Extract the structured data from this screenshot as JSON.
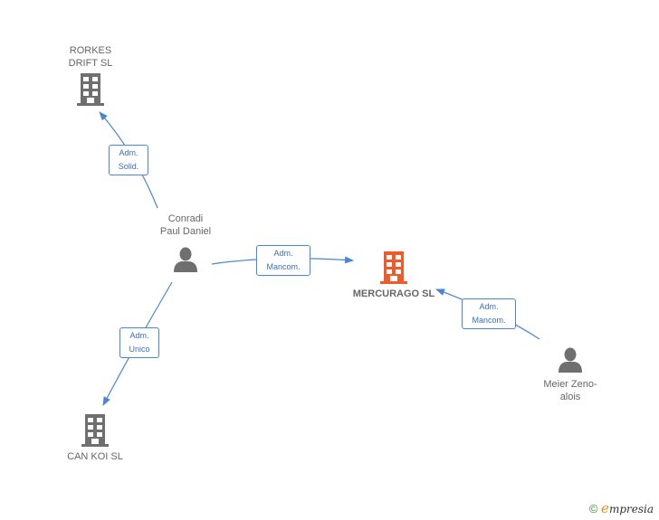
{
  "nodes": {
    "rorkes": {
      "line1": "RORKES",
      "line2": "DRIFT SL",
      "type": "company",
      "icon": "building-icon"
    },
    "conradi": {
      "line1": "Conradi",
      "line2": "Paul Daniel",
      "type": "person",
      "icon": "person-icon"
    },
    "mercurago": {
      "line1": "MERCURAGO SL",
      "type": "company-main",
      "icon": "building-icon"
    },
    "meier": {
      "line1": "Meier Zeno-",
      "line2": "alois",
      "type": "person",
      "icon": "person-icon"
    },
    "cankoi": {
      "line1": "CAN KOI SL",
      "type": "company",
      "icon": "building-icon"
    }
  },
  "edges": [
    {
      "from": "conradi",
      "to": "rorkes",
      "line1": "Adm.",
      "line2": "Solid."
    },
    {
      "from": "conradi",
      "to": "mercurago",
      "line1": "Adm.",
      "line2": "Mancom."
    },
    {
      "from": "meier",
      "to": "mercurago",
      "line1": "Adm.",
      "line2": "Mancom."
    },
    {
      "from": "conradi",
      "to": "cankoi",
      "line1": "Adm.",
      "line2": "Unico"
    }
  ],
  "colors": {
    "edge": "#4a86d4",
    "company": "#6f6f6f",
    "main_company": "#f05a2a",
    "person": "#6f6f6f"
  },
  "footer": {
    "copyright": "©",
    "brand_initial": "e",
    "brand_rest": "mpresia"
  }
}
